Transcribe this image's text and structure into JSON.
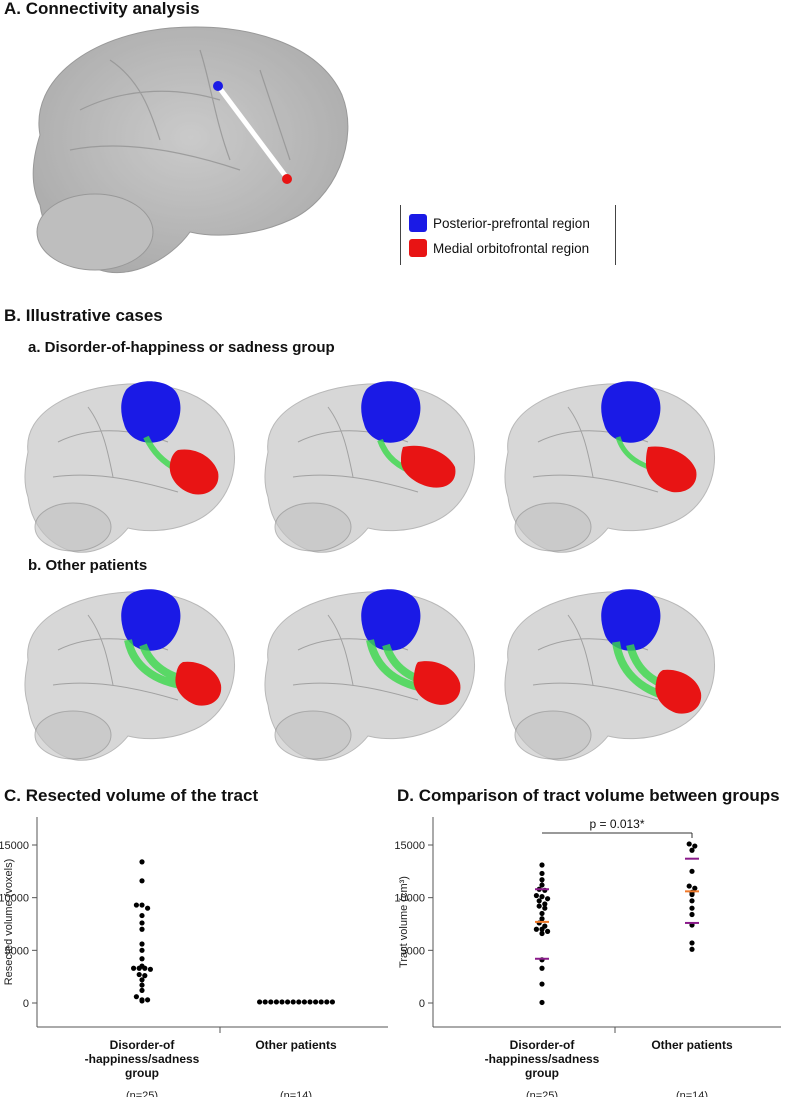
{
  "panel_a": {
    "title": "A. Connectivity analysis",
    "legend": [
      {
        "label": "Posterior-prefrontal region",
        "color": "#1010e0"
      },
      {
        "label": "Medial orbitofrontal region",
        "color": "#e01010"
      }
    ]
  },
  "panel_b": {
    "title": "B. Illustrative cases",
    "group_a_title": "a. Disorder-of-happiness or sadness group",
    "group_b_title": "b. Other patients"
  },
  "panel_c": {
    "title": "C. Resected volume of the tract"
  },
  "panel_d": {
    "title": "D. Comparison of tract volume between groups"
  },
  "colors": {
    "blue_region": "#1a1ae6",
    "red_region": "#e81414",
    "fiber": "#3ad84a",
    "median": "#f07a2a",
    "quartile": "#8a1a8a"
  },
  "chart_data": [
    {
      "type": "scatter",
      "title": "C. Resected volume of the tract",
      "ylabel": "Resected volume (voxels)",
      "ylim": [
        0,
        15000
      ],
      "yticks": [
        0,
        5000,
        10000,
        15000
      ],
      "categories": [
        {
          "label_lines": [
            "Disorder-of",
            "-happiness/sadness",
            "group"
          ],
          "n_label": "(n=25)"
        },
        {
          "label_lines": [
            "Other patients"
          ],
          "n_label": "(n=14)"
        }
      ],
      "series": [
        {
          "values": [
            13400,
            11600,
            9300,
            9300,
            9000,
            8300,
            7600,
            7000,
            5600,
            5000,
            4200,
            3500,
            3300,
            3300,
            3300,
            3200,
            2700,
            2600,
            2200,
            1700,
            1200,
            600,
            300,
            300,
            200
          ]
        },
        {
          "values": [
            100,
            100,
            100,
            100,
            100,
            100,
            100,
            100,
            100,
            100,
            100,
            100,
            100,
            100
          ]
        }
      ]
    },
    {
      "type": "scatter",
      "title": "D. Comparison of tract volume between groups",
      "ylabel": "Tract volume (cm³)",
      "ylim": [
        0,
        15000
      ],
      "yticks": [
        0,
        5000,
        10000,
        15000
      ],
      "annotation": "p = 0.013*",
      "categories": [
        {
          "label_lines": [
            "Disorder-of",
            "-happiness/sadness",
            "group"
          ],
          "n_label": "(n=25)"
        },
        {
          "label_lines": [
            "Other patients"
          ],
          "n_label": "(n=14)"
        }
      ],
      "series": [
        {
          "values": [
            13100,
            12300,
            11700,
            11200,
            10800,
            10700,
            10200,
            10100,
            9900,
            9700,
            9400,
            9200,
            9000,
            8500,
            8000,
            7600,
            7300,
            7000,
            7000,
            6800,
            6600,
            4100,
            3300,
            1800,
            50
          ],
          "median": 7700,
          "q1": 4200,
          "q3": 10800
        },
        {
          "values": [
            15100,
            14900,
            14500,
            12500,
            11100,
            10900,
            10500,
            10300,
            9700,
            9000,
            8400,
            7400,
            5700,
            5100
          ],
          "median": 10600,
          "q1": 7600,
          "q3": 13700
        }
      ]
    }
  ]
}
